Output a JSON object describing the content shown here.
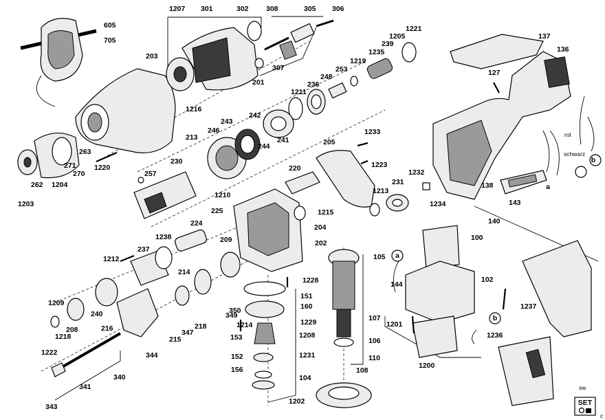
{
  "labels": [
    "1207",
    "301",
    "302",
    "308",
    "305",
    "306",
    "605",
    "705",
    "203",
    "1216",
    "213",
    "201",
    "307",
    "1221",
    "1205",
    "239",
    "1235",
    "1219",
    "253",
    "248",
    "236",
    "1211",
    "137",
    "136",
    "127",
    "242",
    "243",
    "246",
    "244",
    "241",
    "1233",
    "205",
    "1223",
    "1232",
    "231",
    "1213",
    "1234",
    "263",
    "271",
    "270",
    "1220",
    "1204",
    "262",
    "1203",
    "230",
    "257",
    "220",
    "1210",
    "1215",
    "225",
    "224",
    "209",
    "204",
    "202",
    "1238",
    "237",
    "1212",
    "214",
    "1209",
    "208",
    "1218",
    "216",
    "1222",
    "343",
    "341",
    "340",
    "344",
    "240",
    "215",
    "347",
    "218",
    "349",
    "350",
    "1214",
    "1228",
    "151",
    "160",
    "1229",
    "153",
    "1208",
    "152",
    "1231",
    "156",
    "104",
    "1202",
    "108",
    "110",
    "106",
    "107",
    "105",
    "100",
    "102",
    "140",
    "138",
    "143",
    "144",
    "1236",
    "1237",
    "1201",
    "1200",
    "sw",
    "rot",
    "schwarz",
    "a",
    "b"
  ],
  "set_badge": "SET",
  "corner_mark": "c"
}
